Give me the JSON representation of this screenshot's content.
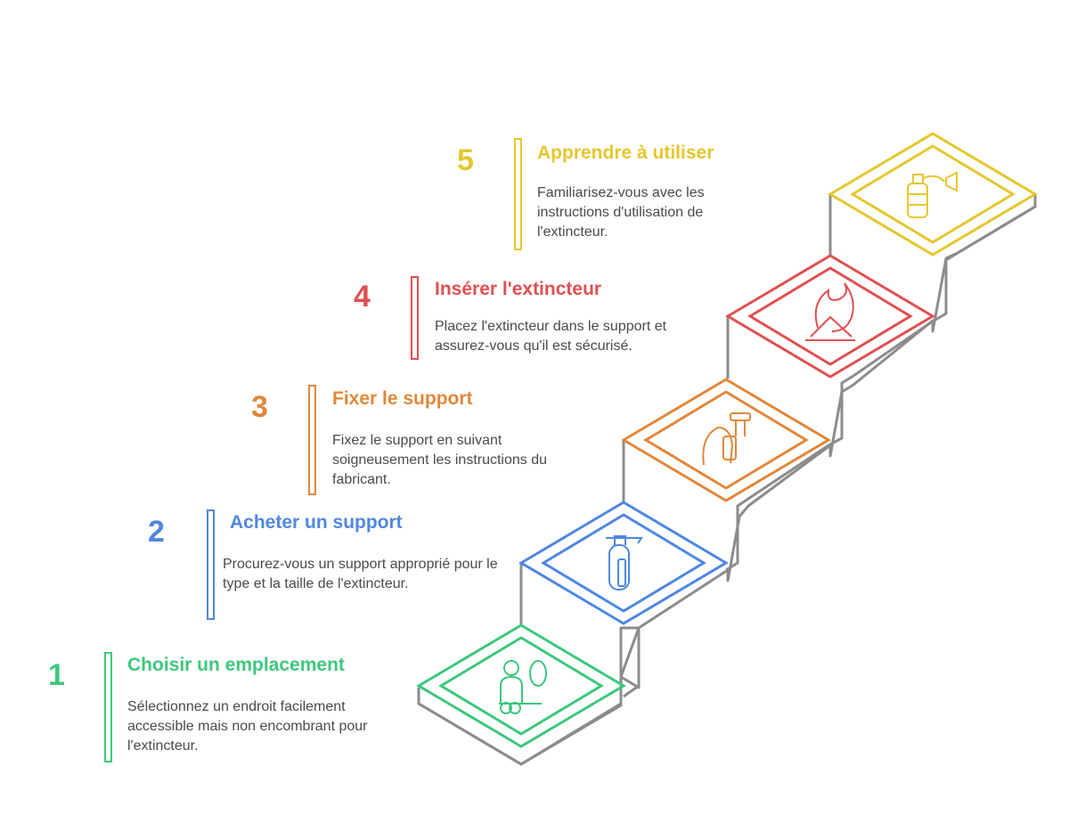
{
  "steps": [
    {
      "number": "1",
      "title": "Choisir un emplacement",
      "description": "Sélectionnez un endroit facilement accessible mais non encombrant pour l'extincteur.",
      "color": "#3dc77c",
      "icon": "person-mirror-icon"
    },
    {
      "number": "2",
      "title": "Acheter un support",
      "description": "Procurez-vous un support approprié pour le type et la taille de l'extincteur.",
      "color": "#4f87e0",
      "icon": "extinguisher-icon"
    },
    {
      "number": "3",
      "title": "Fixer le support",
      "description": "Fixez le support en suivant soigneusement les instructions du fabricant.",
      "color": "#e0883a",
      "icon": "mounting-hand-icon"
    },
    {
      "number": "4",
      "title": "Insérer l'extincteur",
      "description": "Placez l'extincteur dans le support et assurez-vous qu'il est sécurisé.",
      "color": "#e05050",
      "icon": "fire-hand-icon"
    },
    {
      "number": "5",
      "title": "Apprendre à utiliser",
      "description": "Familiarisez-vous avec les instructions d'utilisation de l'extincteur.",
      "color": "#e6c72e",
      "icon": "extinguisher-spray-icon"
    }
  ],
  "stair_color": "#8c8c8c"
}
